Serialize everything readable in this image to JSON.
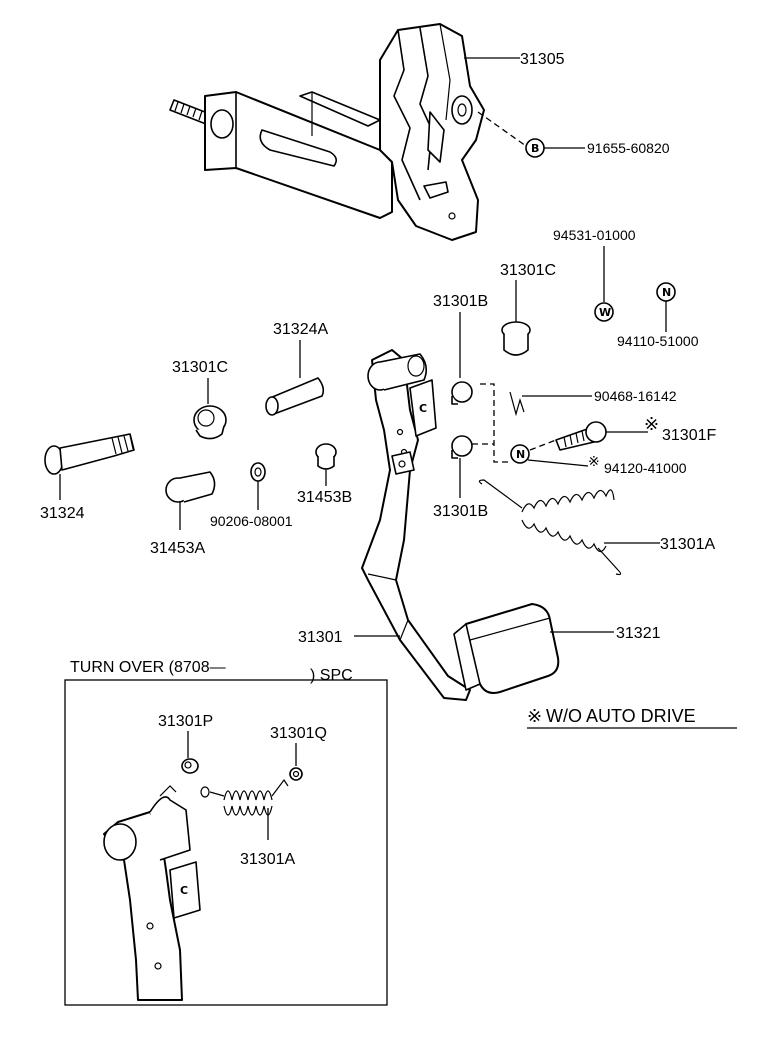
{
  "labels": {
    "p31305": "31305",
    "p91655": "91655-60820",
    "p94531": "94531-01000",
    "p94110": "94110-51000",
    "p31301C_r": "31301C",
    "p31301B_top": "31301B",
    "p31324A": "31324A",
    "p31301C_l": "31301C",
    "p90468": "90468-16142",
    "p31301F": "31301F",
    "p94120": "94120-41000",
    "p31324": "31324",
    "p31453B": "31453B",
    "p31453A": "31453A",
    "p90206": "90206-08001",
    "p31301B_bot": "31301B",
    "p31301A": "31301A",
    "p31301": "31301",
    "p31321": "31321",
    "note": "W/O AUTO  DRIVE",
    "turnover_title": "TURN OVER (8708—",
    "turnover_spc": ") SPC",
    "p31301P": "31301P",
    "p31301Q": "31301Q",
    "p31301A_inset": "31301A"
  },
  "symbols": {
    "bolt_b": "B",
    "washer_w": "W",
    "nut_n1": "N",
    "nut_n2": "N",
    "asterisk": "※"
  }
}
